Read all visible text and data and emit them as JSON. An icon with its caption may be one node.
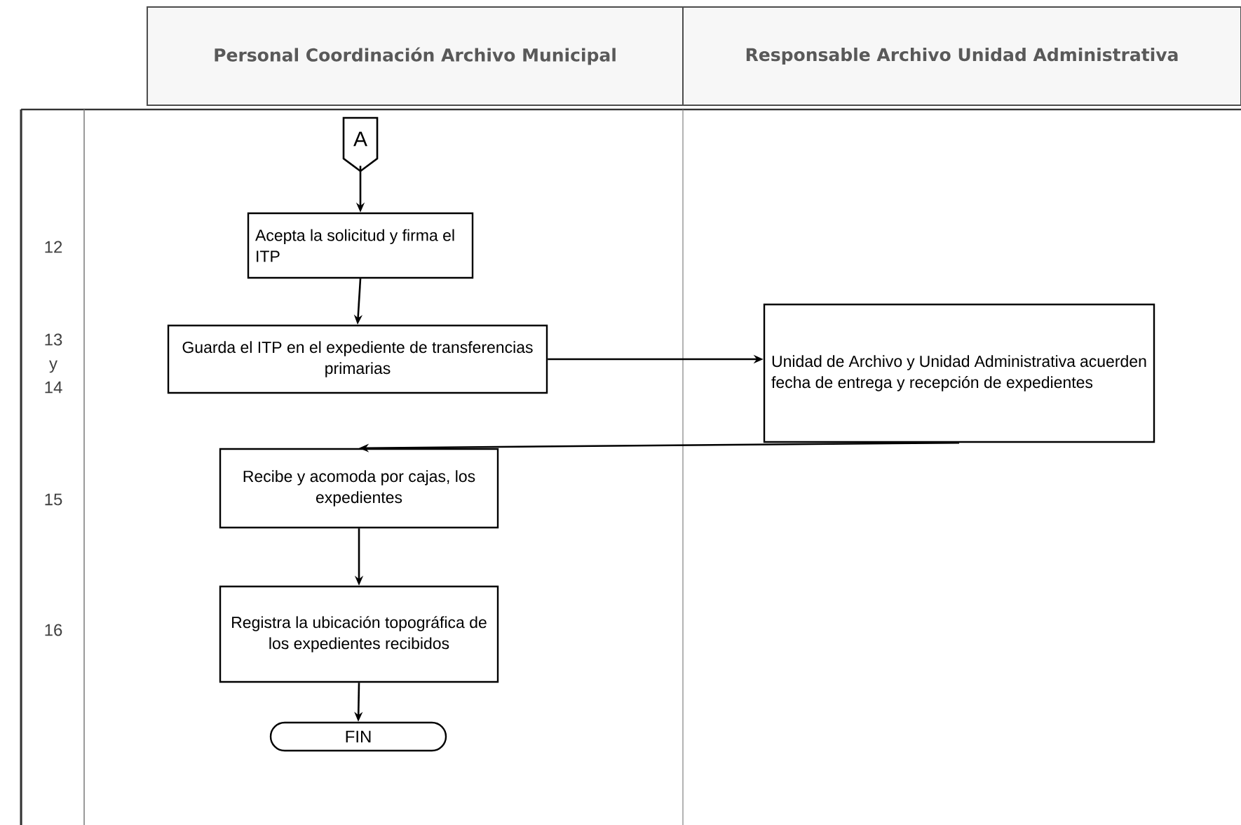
{
  "diagram": {
    "nodes": [
      {
        "text": [
          "Personal Coordinación Archivo Municipal"
        ]
      },
      {
        "text": [
          "Responsable Archivo Unidad Administrativa"
        ]
      },
      {
        "text": [
          "A"
        ]
      },
      {
        "text": [
          "Acepta la solicitud y firma el ITP"
        ]
      },
      {
        "text": [
          "Guarda el ITP en el expediente de transferencias primarias"
        ]
      },
      {
        "text": [
          "Unidad de Archivo y Unidad Administrativa acuerden fecha de entrega y recepción de expedientes"
        ]
      },
      {
        "text": [
          "Recibe y acomoda por cajas, los expedientes"
        ]
      },
      {
        "text": [
          "Registra la ubicación topográfica de los expedientes recibidos"
        ]
      },
      {
        "text": [
          "FIN"
        ]
      }
    ],
    "edges": [
      {
        "from": 2,
        "to": 3,
        "arrow": "to"
      },
      {
        "from": 3,
        "to": 4,
        "arrow": "to"
      },
      {
        "from": 4,
        "to": 5,
        "arrow": "to"
      },
      {
        "from": 5,
        "to": 6,
        "arrow": "to"
      },
      {
        "from": 6,
        "to": 7,
        "arrow": "to"
      },
      {
        "from": 7,
        "to": 8,
        "arrow": "to"
      }
    ],
    "labels": [
      "12",
      "13 y 14",
      "15",
      "16"
    ]
  }
}
